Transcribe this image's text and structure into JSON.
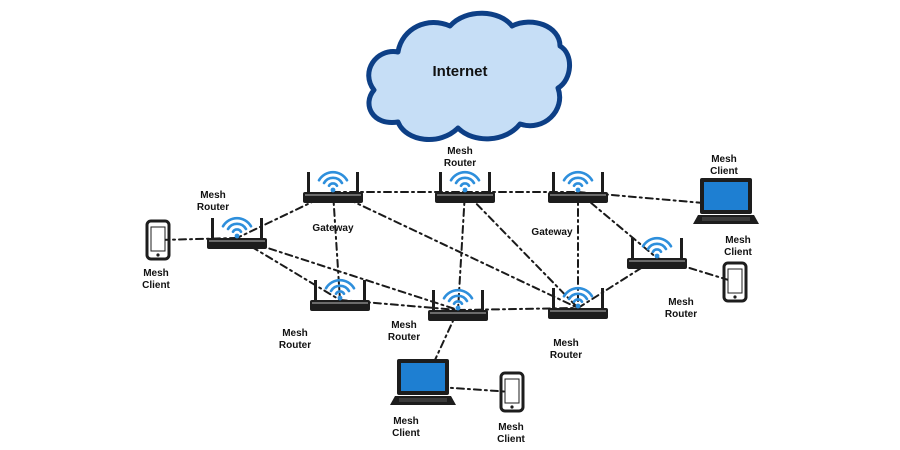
{
  "colors": {
    "cloud_fill": "#c6def6",
    "cloud_stroke": "#0d3f86",
    "wifi": "#2e8fdc",
    "device": "#1d1d1d",
    "link": "#1a1a1a",
    "screen": "#1e7fd2"
  },
  "cloud": {
    "label": "Internet"
  },
  "routers": [
    {
      "id": "r_gateway_left",
      "label_lines": [],
      "icon": "wifi-router-icon"
    },
    {
      "id": "r_top_center",
      "label_lines": [
        "Mesh",
        "Router"
      ],
      "icon": "wifi-router-icon"
    },
    {
      "id": "r_gateway_right",
      "label_lines": [],
      "icon": "wifi-router-icon"
    },
    {
      "id": "r_left",
      "label_lines": [
        "Mesh",
        "Router"
      ],
      "icon": "wifi-router-icon"
    },
    {
      "id": "r_right",
      "label_lines": [
        "Mesh",
        "Router"
      ],
      "icon": "wifi-router-icon"
    },
    {
      "id": "r_bottom_left",
      "label_lines": [
        "Mesh",
        "Router"
      ],
      "icon": "wifi-router-icon"
    },
    {
      "id": "r_bottom_center",
      "label_lines": [
        "Mesh",
        "Router"
      ],
      "icon": "wifi-router-icon"
    },
    {
      "id": "r_bottom_right",
      "label_lines": [
        "Mesh",
        "Router"
      ],
      "icon": "wifi-router-icon"
    }
  ],
  "gateway_labels": [
    "Gateway",
    "Gateway"
  ],
  "clients": [
    {
      "id": "c_phone_left",
      "kind": "phone",
      "label_lines": [
        "Mesh",
        "Client"
      ],
      "icon": "smartphone-icon"
    },
    {
      "id": "c_laptop_top_right",
      "kind": "laptop",
      "label_lines": [
        "Mesh",
        "Client"
      ],
      "icon": "laptop-icon"
    },
    {
      "id": "c_phone_right",
      "kind": "phone",
      "label_lines": [
        "Mesh",
        "Client"
      ],
      "icon": "smartphone-icon"
    },
    {
      "id": "c_laptop_bottom",
      "kind": "laptop",
      "label_lines": [
        "Mesh",
        "Client"
      ],
      "icon": "laptop-icon"
    },
    {
      "id": "c_phone_bottom",
      "kind": "phone",
      "label_lines": [
        "Mesh",
        "Client"
      ],
      "icon": "smartphone-icon"
    }
  ],
  "links": [
    {
      "from": "r_gateway_left",
      "to": "r_top_center"
    },
    {
      "from": "r_top_center",
      "to": "r_gateway_right"
    },
    {
      "from": "r_gateway_left",
      "to": "r_left"
    },
    {
      "from": "r_left",
      "to": "c_phone_left"
    },
    {
      "from": "r_left",
      "to": "r_bottom_left"
    },
    {
      "from": "r_left",
      "to": "r_bottom_center"
    },
    {
      "from": "r_gateway_left",
      "to": "r_bottom_left"
    },
    {
      "from": "r_gateway_left",
      "to": "r_bottom_right"
    },
    {
      "from": "r_top_center",
      "to": "r_bottom_center"
    },
    {
      "from": "r_top_center",
      "to": "r_bottom_right"
    },
    {
      "from": "r_gateway_right",
      "to": "r_right"
    },
    {
      "from": "r_gateway_right",
      "to": "c_laptop_top_right"
    },
    {
      "from": "r_gateway_right",
      "to": "r_bottom_right"
    },
    {
      "from": "r_bottom_left",
      "to": "r_bottom_center"
    },
    {
      "from": "r_bottom_center",
      "to": "r_bottom_right"
    },
    {
      "from": "r_bottom_right",
      "to": "r_right"
    },
    {
      "from": "r_right",
      "to": "c_phone_right"
    },
    {
      "from": "r_bottom_center",
      "to": "c_laptop_bottom"
    },
    {
      "from": "c_laptop_bottom",
      "to": "c_phone_bottom"
    }
  ]
}
